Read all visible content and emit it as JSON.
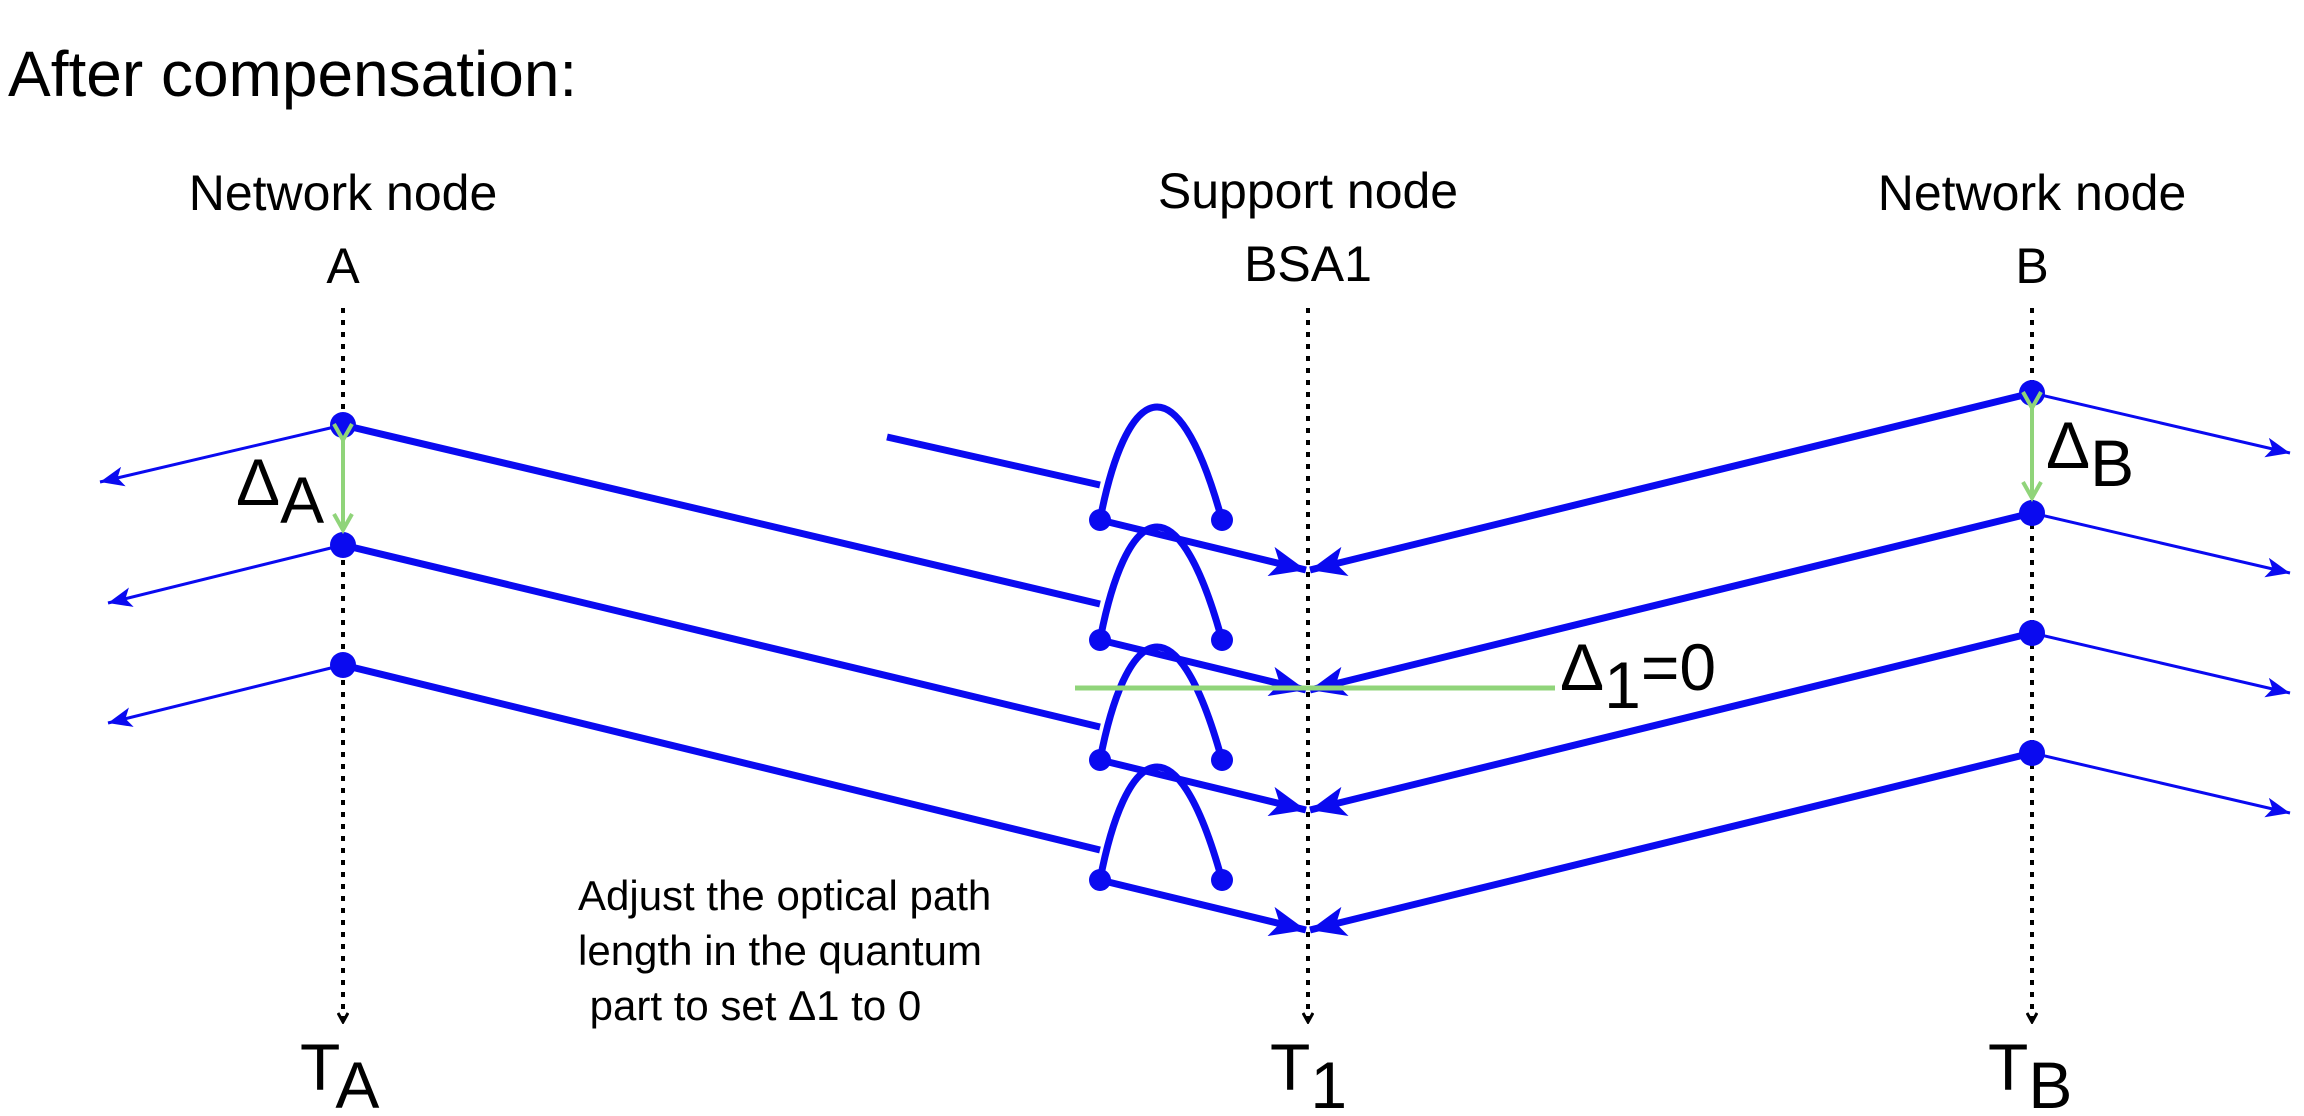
{
  "title": "After compensation:",
  "nodes": {
    "a": {
      "line1": "Network node",
      "line2": "A",
      "time_base": "T",
      "time_sub": "A"
    },
    "center": {
      "line1": "Support node",
      "line2": "BSA1",
      "time_base": "T",
      "time_sub": "1"
    },
    "b": {
      "line1": "Network node",
      "line2": "B",
      "time_base": "T",
      "time_sub": "B"
    }
  },
  "delta_a": {
    "symbol": "Δ",
    "sub": "A"
  },
  "delta_b": {
    "symbol": "Δ",
    "sub": "B"
  },
  "delta_1": {
    "symbol": "Δ",
    "sub": "1",
    "suffix": "=0"
  },
  "note": {
    "line1": "Adjust the optical path",
    "line2": "length in the quantum",
    "line3": " part to set Δ1 to 0"
  },
  "colors": {
    "signal": "#0a0af0",
    "delta_marker": "#90d47a",
    "timeline": "#000000",
    "text": "#000000"
  }
}
